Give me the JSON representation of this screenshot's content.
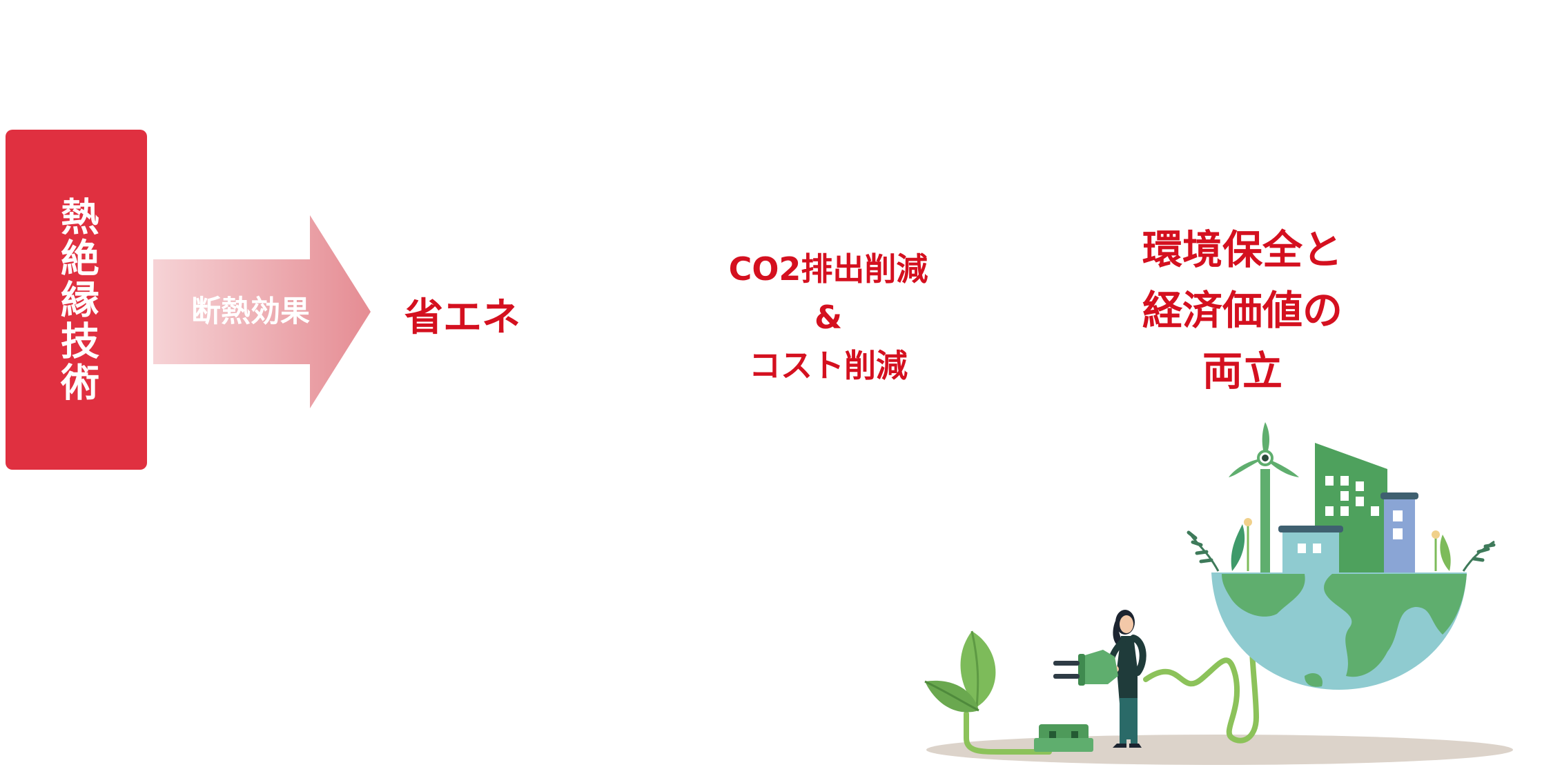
{
  "colors": {
    "accent_red": "#e03040",
    "text_red": "#d4101f",
    "arrow_light": "#f6d3d6",
    "arrow_dark": "#e58c93",
    "leaf_green": "#5fae6e",
    "building_green": "#4ea15d",
    "sea_blue": "#8fcbd0",
    "ground": "#dcd3ca"
  },
  "source": {
    "label": "熱絶縁技術"
  },
  "arrow": {
    "label": "断熱効果"
  },
  "results": [
    {
      "lines": [
        "省エネ"
      ]
    },
    {
      "lines": [
        "CO2排出削減",
        "&",
        "コスト削減"
      ]
    },
    {
      "lines": [
        "環境保全と",
        "経済価値の",
        "両立"
      ]
    }
  ],
  "illustration": {
    "icons": [
      "wind-turbine-icon",
      "building-icon",
      "globe-icon",
      "person-icon",
      "plug-icon",
      "leaf-icon",
      "outlet-icon"
    ]
  }
}
